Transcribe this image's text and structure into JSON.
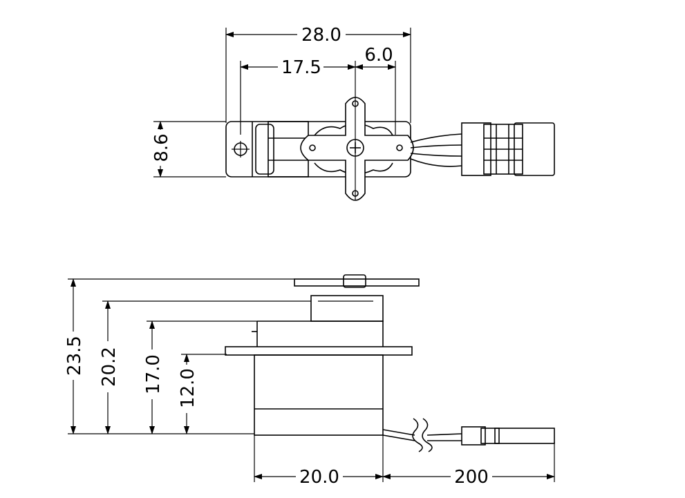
{
  "top_view": {
    "dimensions": {
      "overall_width": "28.0",
      "hole_to_shaft": "17.5",
      "shaft_to_edge": "6.0",
      "height": "8.6"
    }
  },
  "side_view": {
    "dimensions": {
      "total_height": "23.5",
      "height_to_body_top": "20.2",
      "height_to_step": "17.0",
      "mount_height": "12.0",
      "body_width": "20.0",
      "cable_length": "200"
    }
  }
}
